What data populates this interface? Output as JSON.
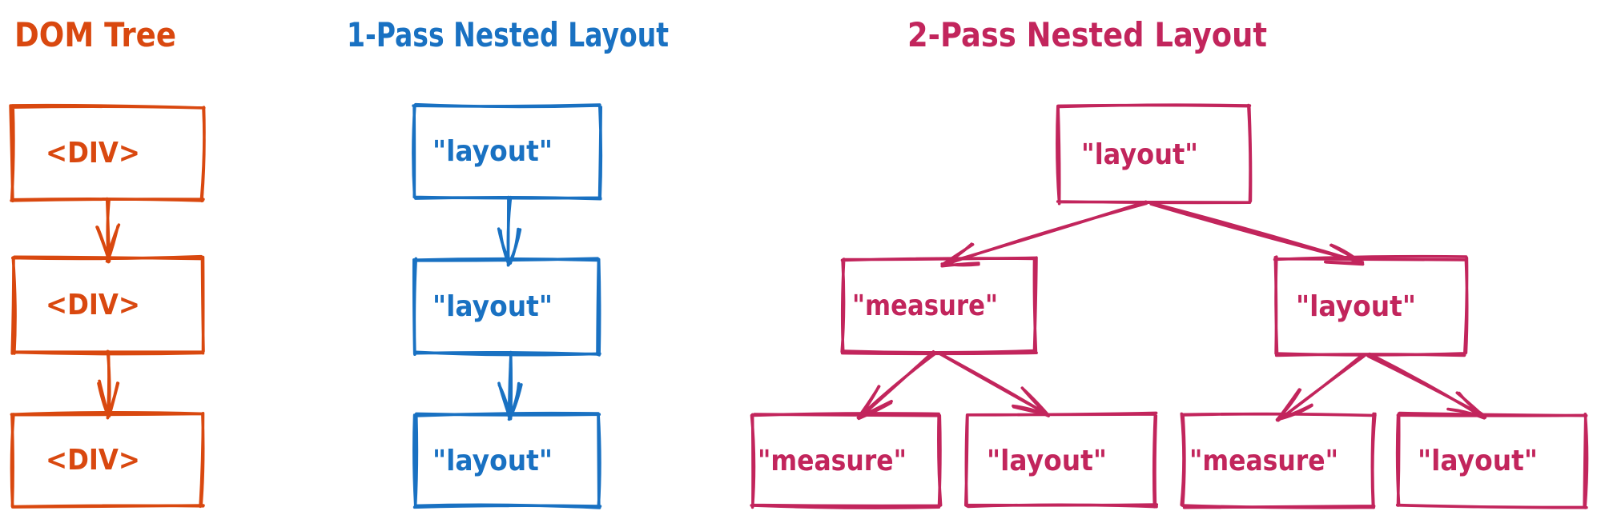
{
  "colors": {
    "dom_tree": "#d9480f",
    "one_pass": "#1971c2",
    "two_pass": "#c2255c",
    "background": "#ffffff"
  },
  "dom_tree": {
    "title": "DOM Tree",
    "nodes": [
      "<DIV>",
      "<DIV>",
      "<DIV>"
    ]
  },
  "one_pass": {
    "title": "1-Pass Nested Layout",
    "nodes": [
      "\"layout\"",
      "\"layout\"",
      "\"layout\""
    ]
  },
  "two_pass": {
    "title": "2-Pass Nested Layout",
    "root": "\"layout\"",
    "level2": [
      "\"measure\"",
      "\"layout\""
    ],
    "level3": [
      "\"measure\"",
      "\"layout\"",
      "\"measure\"",
      "\"layout\""
    ]
  }
}
